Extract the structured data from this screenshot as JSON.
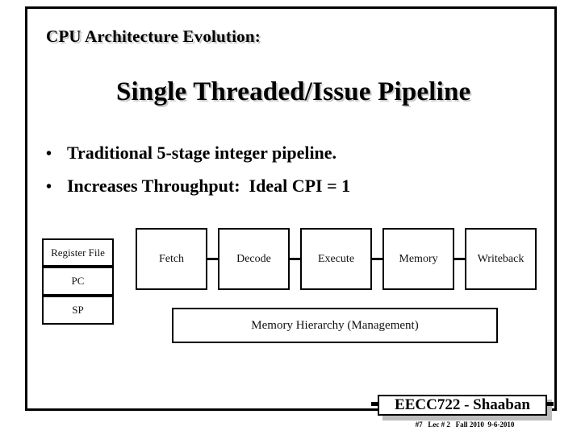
{
  "slide": {
    "heading": "CPU Architecture Evolution:",
    "title": "Single Threaded/Issue Pipeline",
    "bullets": [
      {
        "marker": "•",
        "text": "Traditional 5-stage integer pipeline."
      },
      {
        "marker": "•",
        "text": "Increases Throughput:  Ideal CPI = 1"
      }
    ]
  },
  "diagram": {
    "register_column": [
      {
        "label": "Register File"
      },
      {
        "label": "PC"
      },
      {
        "label": "SP"
      }
    ],
    "stages": [
      {
        "label": "Fetch"
      },
      {
        "label": "Decode"
      },
      {
        "label": "Execute"
      },
      {
        "label": "Memory"
      },
      {
        "label": "Writeback"
      }
    ],
    "memory_bar": {
      "label": "Memory Hierarchy (Management)"
    }
  },
  "footer": {
    "badge": "EECC722 - Shaaban",
    "meta": "#7   Lec # 2   Fall 2010  9-6-2010"
  },
  "colors": {
    "background": "#ffffff",
    "ink": "#000000",
    "shadow": "#c8c8c8",
    "badge_shadow": "#bdbdbd"
  }
}
